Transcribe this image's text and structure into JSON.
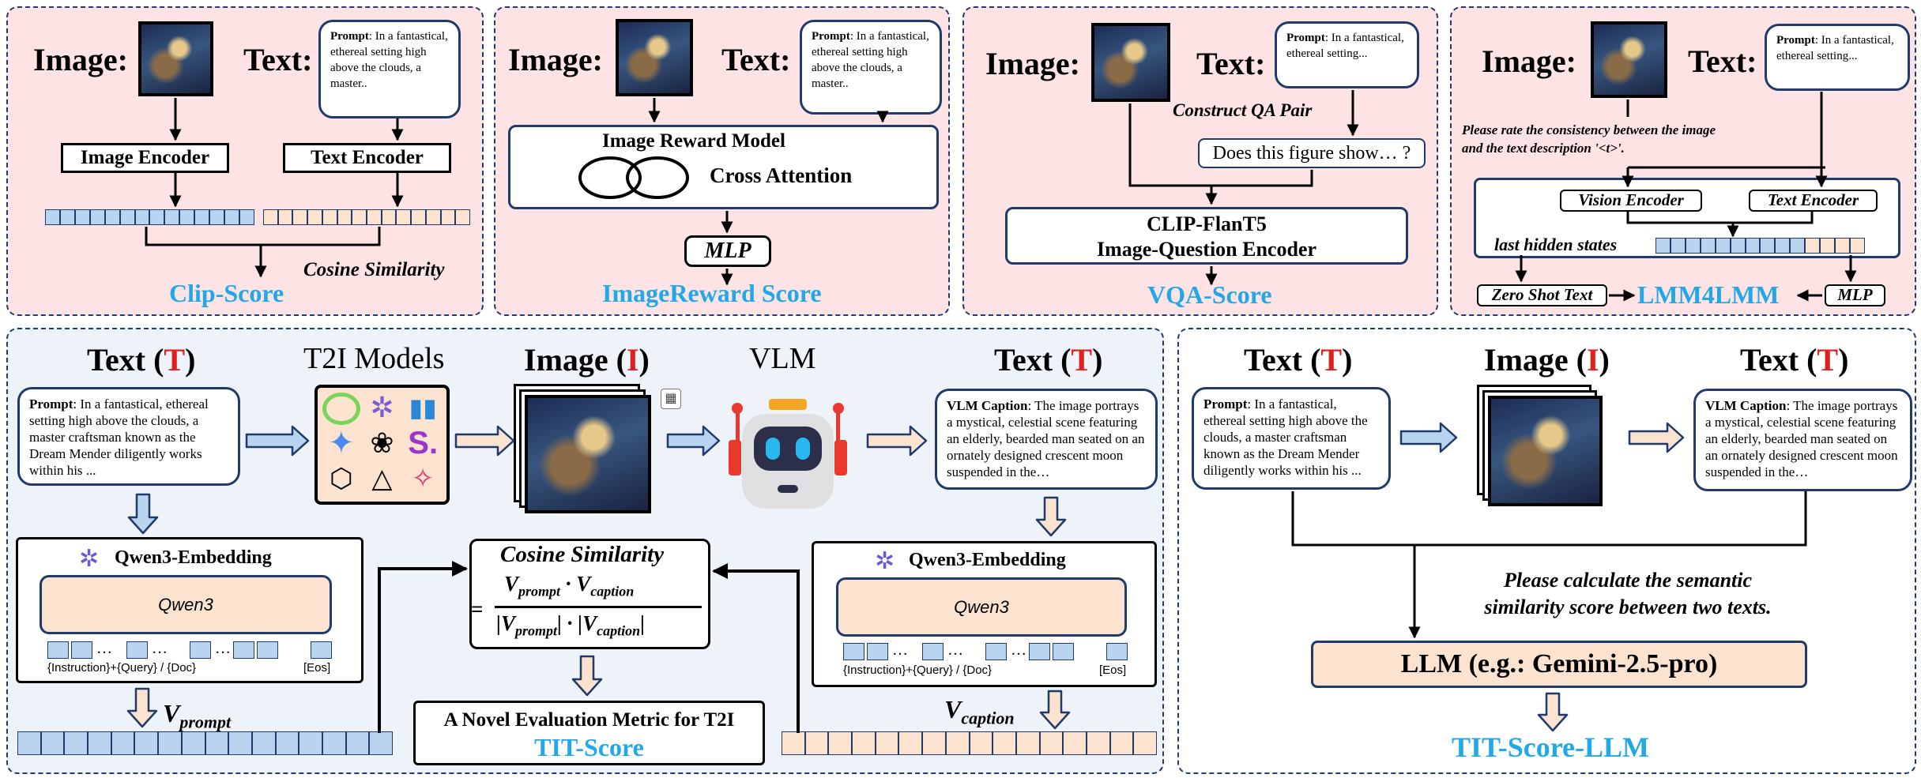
{
  "top": {
    "clip": {
      "image_label": "Image:",
      "text_label": "Text:",
      "prompt_key": "Prompt",
      "prompt_text": ": In a fantastical, ethereal setting high above the clouds, a master..",
      "image_encoder": "Image Encoder",
      "text_encoder": "Text Encoder",
      "cosine": "Cosine Similarity",
      "title": "Clip-Score"
    },
    "imagereward": {
      "image_label": "Image:",
      "text_label": "Text:",
      "prompt_key": "Prompt",
      "prompt_text": ": In a fantastical, ethereal setting high above the clouds, a master..",
      "model": "Image Reward Model",
      "cross": "Cross Attention",
      "mlp": "MLP",
      "title": "ImageReward Score"
    },
    "vqa": {
      "image_label": "Image:",
      "text_label": "Text:",
      "prompt_key": "Prompt",
      "prompt_text": ": In a fantastical, ethereal setting...",
      "construct": "Construct QA Pair",
      "question": "Does this figure show… ?",
      "encoder_line1": "CLIP-FlanT5",
      "encoder_line2": "Image-Question Encoder",
      "title": "VQA-Score"
    },
    "lmm": {
      "image_label": "Image:",
      "text_label": "Text:",
      "prompt_key": "Prompt",
      "prompt_text": ": In a fantastical, ethereal setting...",
      "instruction": "Please rate the consistency between the image and the text description '<t>'.",
      "vision": "Vision Encoder",
      "text_enc": "Text Encoder",
      "hidden": "last hidden states",
      "zeroshot": "Zero Shot Text",
      "mlp": "MLP",
      "title": "LMM4LMM"
    }
  },
  "tit": {
    "text_T1_pre": "Text (",
    "T": "T",
    "close": ")",
    "t2i": "T2I Models",
    "image_pre": "Image (",
    "I": "I",
    "vlm": "VLM",
    "prompt_key": "Prompt",
    "prompt_text": ": In a fantastical, ethereal setting high above the clouds, a master craftsman known as the Dream Mender diligently works within his ...",
    "caption_key": "VLM Caption",
    "caption_text": ": The image portrays a mystical, celestial scene featuring an elderly, bearded man seated on an ornately designed crescent moon suspended in the…",
    "qwen_embed": "Qwen3-Embedding",
    "qwen": "Qwen3",
    "tokens_caption": "{Instruction}+{Query} / {Doc}",
    "eos": "[Eos]",
    "cosine": "Cosine Similarity",
    "v_prompt_main": "V",
    "v_prompt_sub": "prompt",
    "v_caption_sub": "caption",
    "novel": "A Novel Evaluation Metric for T2I",
    "title": "TIT-Score"
  },
  "titllm": {
    "instruction_l1": "Please calculate the semantic",
    "instruction_l2": "similarity score between two texts.",
    "llm": "LLM (e.g.: Gemini-2.5-pro)",
    "title": "TIT-Score-LLM"
  },
  "colors": {
    "pink": "#fde3e3",
    "blue_panel": "#eef3f9",
    "cyan": "#22a8e6",
    "red": "#e02020",
    "cell_blue": "#b9d4ee",
    "cell_peach": "#fbe3cf",
    "llm_box": "#fbe3cf"
  }
}
